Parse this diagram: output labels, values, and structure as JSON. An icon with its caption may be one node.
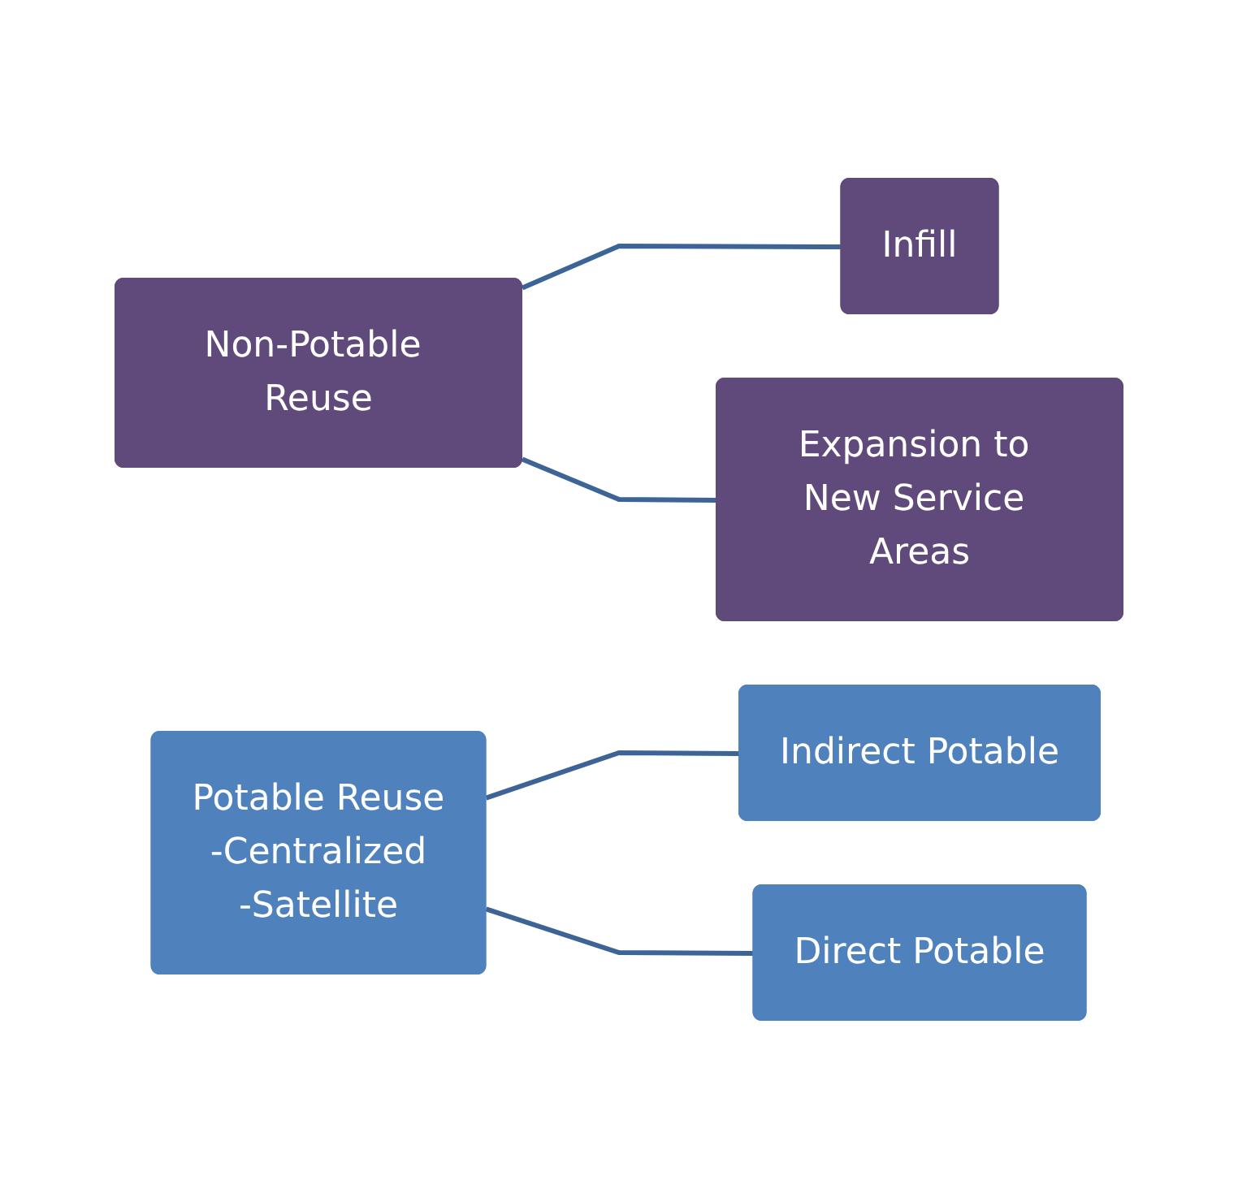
{
  "diagram": {
    "nodes": [
      {
        "text": [
          "Non-Potable Reuse"
        ]
      },
      {
        "text": [
          "Infill"
        ]
      },
      {
        "text": [
          "Expansion to New Service Areas"
        ]
      },
      {
        "text": [
          "Potable Reuse",
          "-Centralized",
          "-Satellite"
        ]
      },
      {
        "text": [
          "Indirect Potable"
        ]
      },
      {
        "text": [
          "Direct Potable"
        ]
      }
    ],
    "edges": [
      {
        "from": 0,
        "to": 1,
        "arrow": "none"
      },
      {
        "from": 0,
        "to": 2,
        "arrow": "none"
      },
      {
        "from": 3,
        "to": 4,
        "arrow": "none"
      },
      {
        "from": 3,
        "to": 5,
        "arrow": "none"
      }
    ]
  }
}
